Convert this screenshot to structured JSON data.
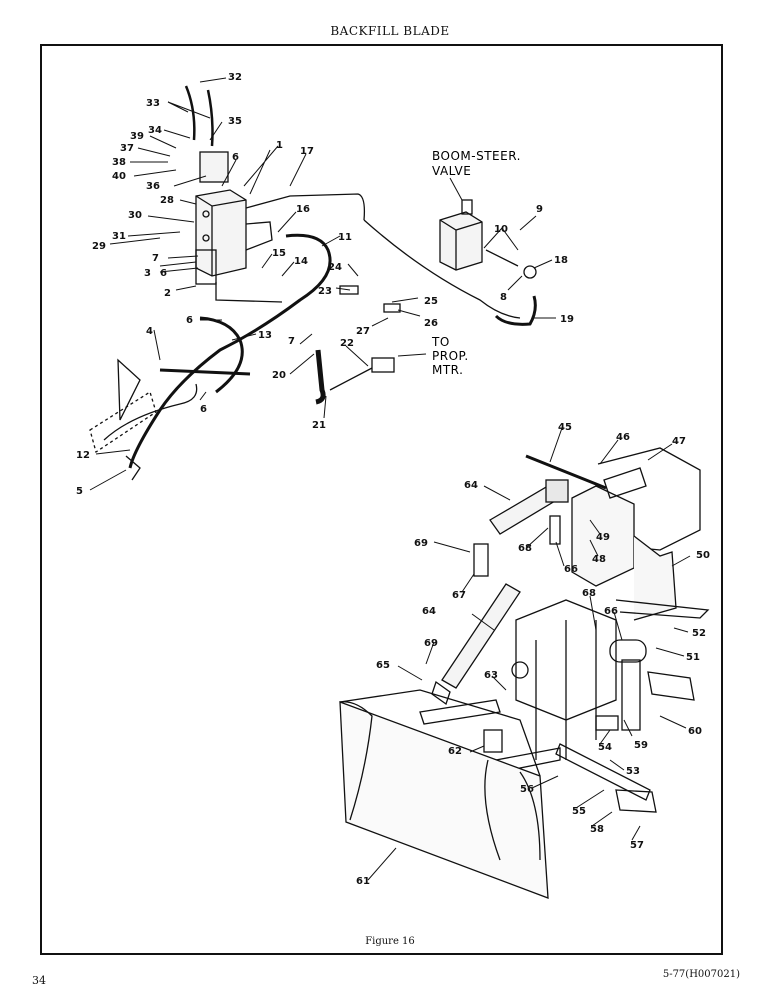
{
  "page": {
    "title": "BACKFILL BLADE",
    "figure_caption": "Figure 16",
    "page_number": "34",
    "doc_code": "5-77(H007021)"
  },
  "annotations": {
    "boom_steer_line1": "BOOM-STEER.",
    "boom_steer_line2": "VALVE",
    "prop_line1": "TO",
    "prop_line2": "PROP.",
    "prop_line3": "MTR."
  },
  "callouts": [
    {
      "label": "32"
    },
    {
      "label": "33"
    },
    {
      "label": "35"
    },
    {
      "label": "34"
    },
    {
      "label": "39"
    },
    {
      "label": "37"
    },
    {
      "label": "38"
    },
    {
      "label": "40"
    },
    {
      "label": "36"
    },
    {
      "label": "6"
    },
    {
      "label": "1"
    },
    {
      "label": "17"
    },
    {
      "label": "28"
    },
    {
      "label": "16"
    },
    {
      "label": "30"
    },
    {
      "label": "31"
    },
    {
      "label": "29"
    },
    {
      "label": "11"
    },
    {
      "label": "7"
    },
    {
      "label": "15"
    },
    {
      "label": "3"
    },
    {
      "label": "6"
    },
    {
      "label": "14"
    },
    {
      "label": "2"
    },
    {
      "label": "24"
    },
    {
      "label": "23"
    },
    {
      "label": "25"
    },
    {
      "label": "27"
    },
    {
      "label": "26"
    },
    {
      "label": "9"
    },
    {
      "label": "10"
    },
    {
      "label": "18"
    },
    {
      "label": "8"
    },
    {
      "label": "19"
    },
    {
      "label": "6"
    },
    {
      "label": "13"
    },
    {
      "label": "4"
    },
    {
      "label": "7"
    },
    {
      "label": "22"
    },
    {
      "label": "20"
    },
    {
      "label": "6"
    },
    {
      "label": "21"
    },
    {
      "label": "12"
    },
    {
      "label": "5"
    },
    {
      "label": "45"
    },
    {
      "label": "46"
    },
    {
      "label": "47"
    },
    {
      "label": "64"
    },
    {
      "label": "49"
    },
    {
      "label": "68"
    },
    {
      "label": "48"
    },
    {
      "label": "69"
    },
    {
      "label": "66"
    },
    {
      "label": "50"
    },
    {
      "label": "67"
    },
    {
      "label": "64"
    },
    {
      "label": "68"
    },
    {
      "label": "66"
    },
    {
      "label": "52"
    },
    {
      "label": "69"
    },
    {
      "label": "65"
    },
    {
      "label": "51"
    },
    {
      "label": "63"
    },
    {
      "label": "60"
    },
    {
      "label": "62"
    },
    {
      "label": "54"
    },
    {
      "label": "59"
    },
    {
      "label": "53"
    },
    {
      "label": "56"
    },
    {
      "label": "55"
    },
    {
      "label": "58"
    },
    {
      "label": "57"
    },
    {
      "label": "61"
    }
  ]
}
